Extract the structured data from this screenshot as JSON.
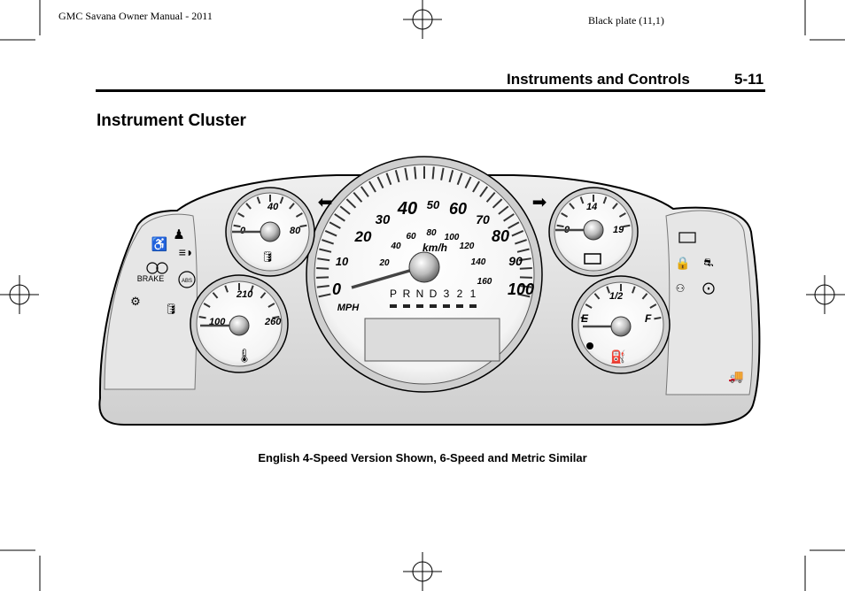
{
  "header": {
    "plate_left": "GMC Savana Owner Manual - 2011",
    "plate_right": "Black plate (11,1)"
  },
  "running_head": {
    "section": "Instruments and Controls",
    "page": "5-11"
  },
  "heading": "Instrument Cluster",
  "caption": "English 4-Speed Version Shown, 6-Speed and Metric Similar",
  "cluster": {
    "mph_labels": [
      "0",
      "10",
      "20",
      "30",
      "40",
      "50",
      "60",
      "70",
      "80",
      "90",
      "100"
    ],
    "kmh_labels": [
      "20",
      "40",
      "60",
      "80",
      "100",
      "120",
      "140",
      "160"
    ],
    "speed_unit": "MPH",
    "kmh_unit": "km/h",
    "gear_labels": [
      "P",
      "R",
      "N",
      "D",
      "3",
      "2",
      "1"
    ],
    "oil_gauge": {
      "mid": "40",
      "min": "0",
      "max": "80"
    },
    "temp_gauge": {
      "mid": "210",
      "min": "100",
      "max": "260"
    },
    "volt_gauge": {
      "mid": "14",
      "min": "9",
      "max": "19"
    },
    "fuel_gauge": {
      "mid": "1/2",
      "min": "E",
      "max": "F"
    },
    "brake_label": "BRAKE",
    "abs_label": "ABS"
  }
}
